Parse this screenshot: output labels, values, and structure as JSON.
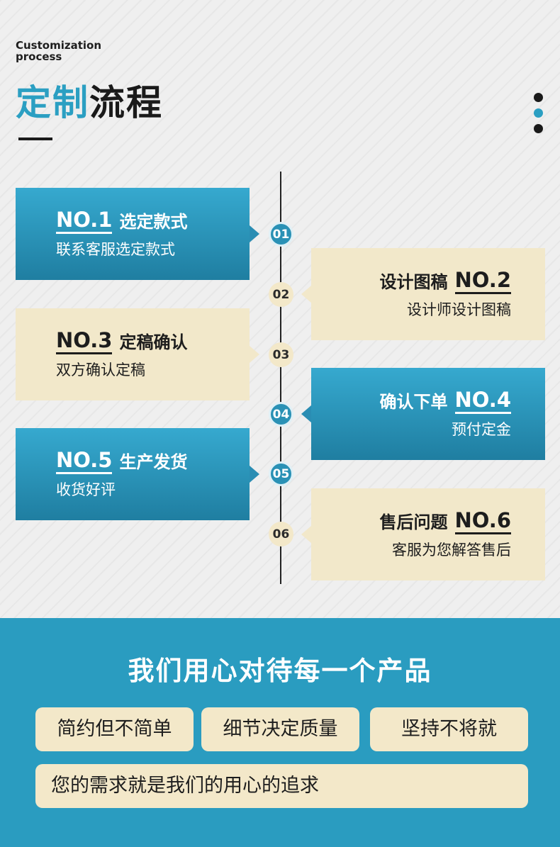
{
  "header": {
    "en_label": "Customization\nprocess",
    "title_accent": "定制",
    "title_rest": "流程"
  },
  "colors": {
    "accent_blue": "#2b9fc2",
    "dark": "#1a1a1a",
    "beige": "#f2e8ca",
    "bottom_bg": "#2a9cc0"
  },
  "steps": [
    {
      "node": "01",
      "no": "NO.1",
      "title": "选定款式",
      "desc": "联系客服选定款式",
      "style": "blue"
    },
    {
      "node": "02",
      "no": "NO.2",
      "title": "设计图稿",
      "desc": "设计师设计图稿",
      "style": "beige"
    },
    {
      "node": "03",
      "no": "NO.3",
      "title": "定稿确认",
      "desc": "双方确认定稿",
      "style": "beige"
    },
    {
      "node": "04",
      "no": "NO.4",
      "title": "确认下单",
      "desc": "预付定金",
      "style": "blue"
    },
    {
      "node": "05",
      "no": "NO.5",
      "title": "生产发货",
      "desc": "收货好评",
      "style": "blue"
    },
    {
      "node": "06",
      "no": "NO.6",
      "title": "售后问题",
      "desc": "客服为您解答售后",
      "style": "beige"
    }
  ],
  "bottom": {
    "slogan": "我们用心对待每一个产品",
    "tags": [
      "简约但不简单",
      "细节决定质量",
      "坚持不将就",
      "您的需求就是我们的用心的追求"
    ]
  }
}
